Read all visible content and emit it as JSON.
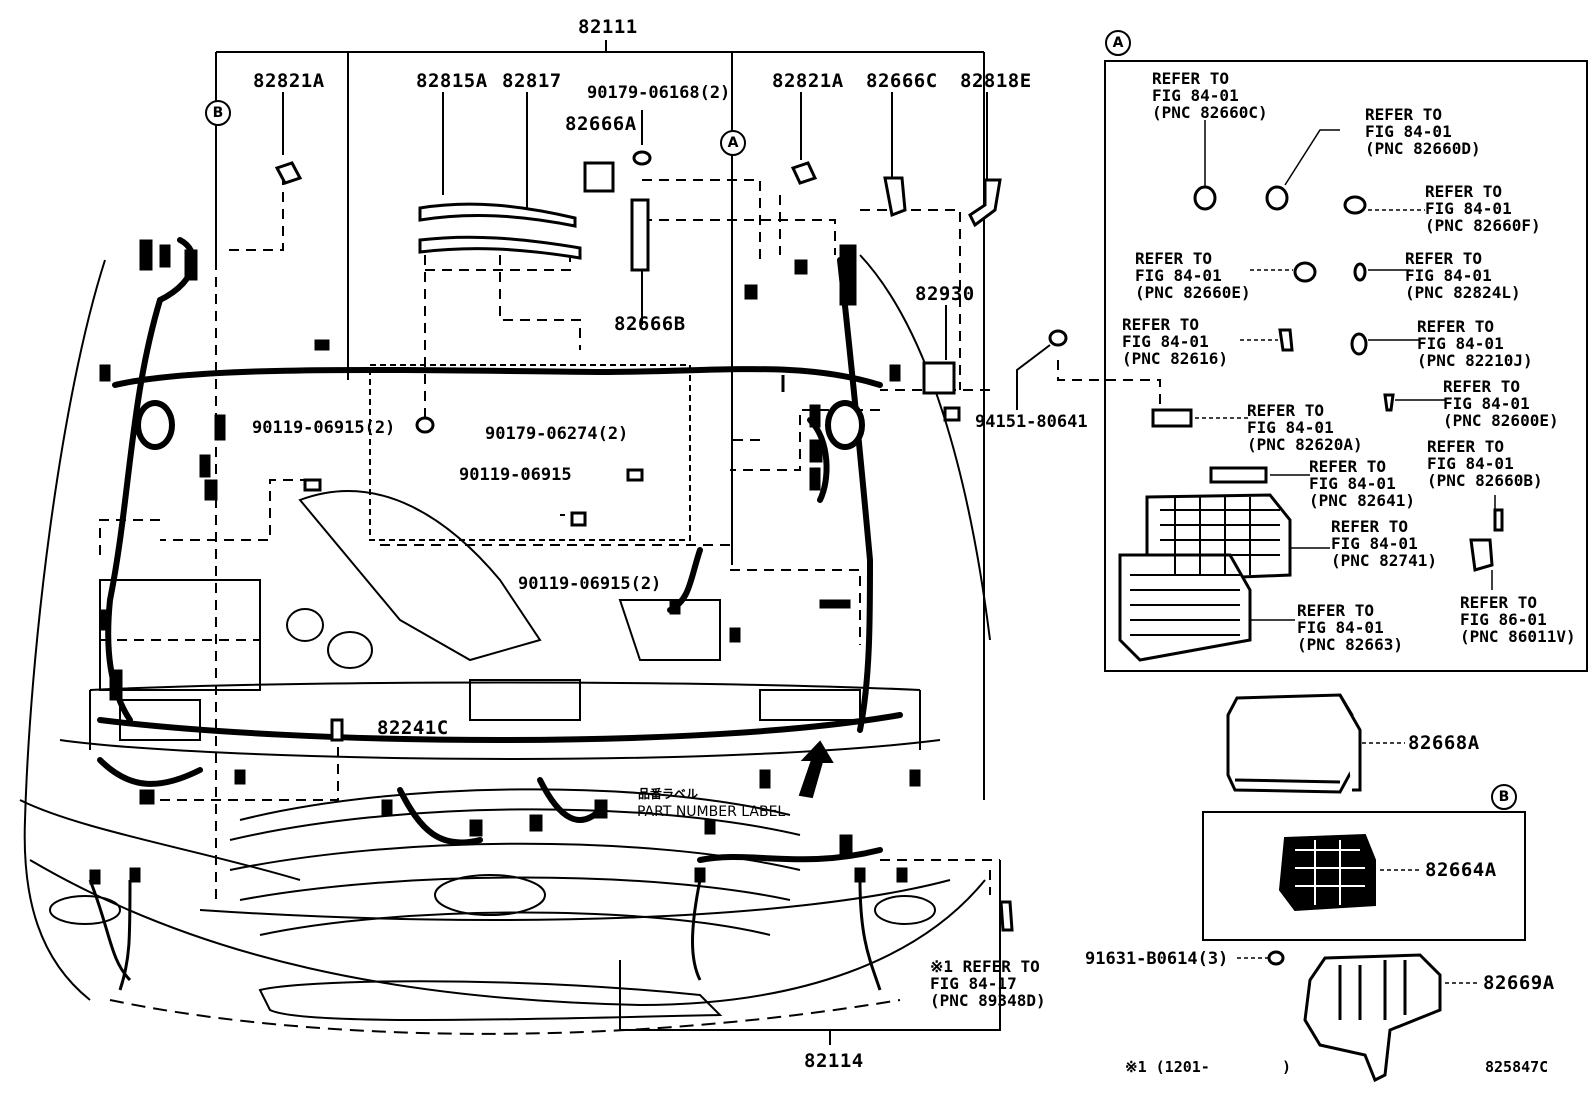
{
  "main_callouts": {
    "p82111": "82111",
    "p82821a_left": "82821A",
    "p82815a": "82815A",
    "p82817": "82817",
    "p90179_06168": "90179-06168(2)",
    "p82666a": "82666A",
    "p82821a_right": "82821A",
    "p82666c": "82666C",
    "p82818e": "82818E",
    "p82930": "82930",
    "p82666b": "82666B",
    "p94151": "94151-80641",
    "p90119_06915_2_top": "90119-06915(2)",
    "p90179_06274": "90179-06274(2)",
    "p90119_06915": "90119-06915",
    "p90119_06915_2_bottom": "90119-06915(2)",
    "p82241c": "82241C",
    "p82114": "82114",
    "part_label_jp": "品番ラベル",
    "part_label_en": "PART NUMBER LABEL",
    "note_refer": "※1 REFER TO\nFIG 84-17\n(PNC 89348D)"
  },
  "circle_markers": {
    "a": "A",
    "b": "B"
  },
  "panel_a": {
    "marker": "A",
    "refs": [
      "REFER TO\nFIG 84-01\n(PNC 82660C)",
      "REFER TO\nFIG 84-01\n(PNC 82660D)",
      "REFER TO\nFIG 84-01\n(PNC 82660F)",
      "REFER TO\nFIG 84-01\n(PNC 82660E)",
      "REFER TO\nFIG 84-01\n(PNC 82824L)",
      "REFER TO\nFIG 84-01\n(PNC 82616)",
      "REFER TO\nFIG 84-01\n(PNC 82210J)",
      "REFER TO\nFIG 84-01\n(PNC 82620A)",
      "REFER TO\nFIG 84-01\n(PNC 82600E)",
      "REFER TO\nFIG 84-01\n(PNC 82641)",
      "REFER TO\nFIG 84-01\n(PNC 82660B)",
      "REFER TO\nFIG 84-01\n(PNC 82741)",
      "REFER TO\nFIG 84-01\n(PNC 82663)",
      "REFER TO\nFIG 86-01\n(PNC 86011V)"
    ]
  },
  "right_parts": {
    "p82668a": "82668A",
    "panel_b_marker": "B",
    "p82664a": "82664A",
    "p91631": "91631-B0614(3)",
    "p82669a": "82669A"
  },
  "footer": {
    "footnote": "※1 (1201-        )",
    "figure_code": "825847C"
  }
}
